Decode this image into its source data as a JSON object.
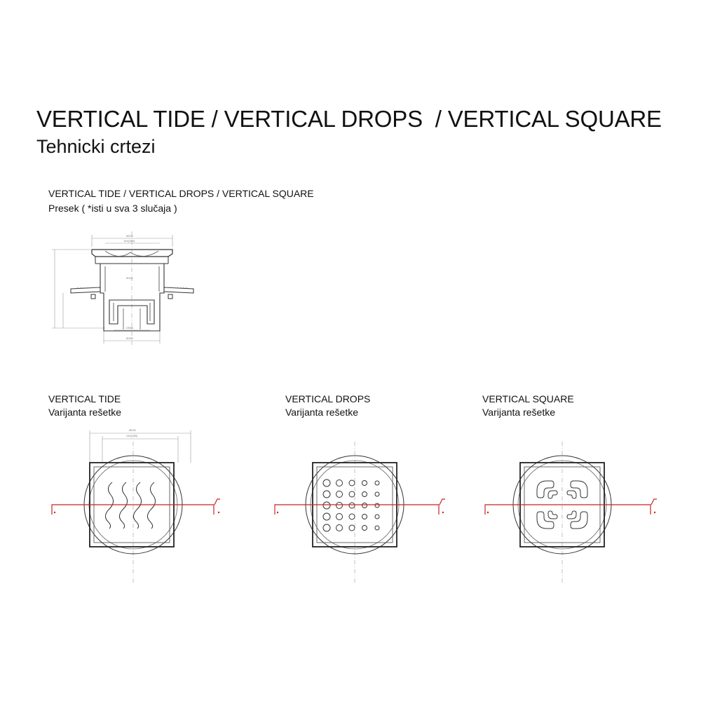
{
  "header": {
    "title": "VERTICAL TIDE / VERTICAL DROPS  / VERTICAL SQUARE",
    "subtitle": "Tehnicki crtezi"
  },
  "section": {
    "title": "VERTICAL TIDE / VERTICAL DROPS / VERTICAL SQUARE",
    "subtitle": "Presek ( *isti u sva 3 slučaja )"
  },
  "variants": [
    {
      "title": "VERTICAL TIDE",
      "subtitle": "Varijanta rešetke"
    },
    {
      "title": "VERTICAL DROPS",
      "subtitle": "Varijanta rešetke"
    },
    {
      "title": "VERTICAL SQUARE",
      "subtitle": "Varijanta rešetke"
    }
  ],
  "colors": {
    "line": "#333333",
    "fine": "#888888",
    "axis": "#cc2222"
  }
}
